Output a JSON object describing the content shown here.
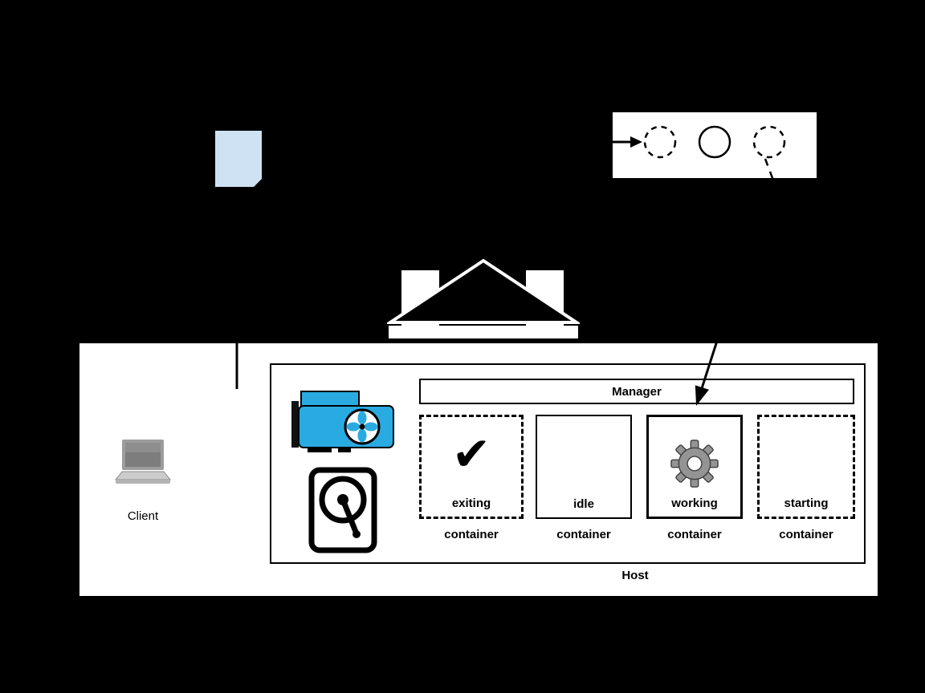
{
  "diagram": {
    "bg_color": "#000000",
    "accent_blue": "#29abe2",
    "doc_blue": "#cfe2f3"
  },
  "top": {
    "document_icon": "document",
    "circle_queue": {
      "circles": [
        {
          "style": "dashed"
        },
        {
          "style": "solid"
        },
        {
          "style": "dashed"
        }
      ]
    }
  },
  "building_icon": "temple",
  "client": {
    "label": "Client",
    "icon": "laptop"
  },
  "host": {
    "label": "Host",
    "manager": {
      "label": "Manager"
    },
    "hardware": [
      {
        "icon": "gpu"
      },
      {
        "icon": "hdd"
      }
    ],
    "containers": [
      {
        "state": "exiting",
        "caption": "container",
        "border": "dashed",
        "icon": "checkmark"
      },
      {
        "state": "idle",
        "caption": "container",
        "border": "solid",
        "icon": ""
      },
      {
        "state": "working",
        "caption": "container",
        "border": "solid",
        "icon": "gear"
      },
      {
        "state": "starting",
        "caption": "container",
        "border": "dashed",
        "icon": ""
      }
    ]
  },
  "glyphs": {
    "checkmark": "✔"
  }
}
